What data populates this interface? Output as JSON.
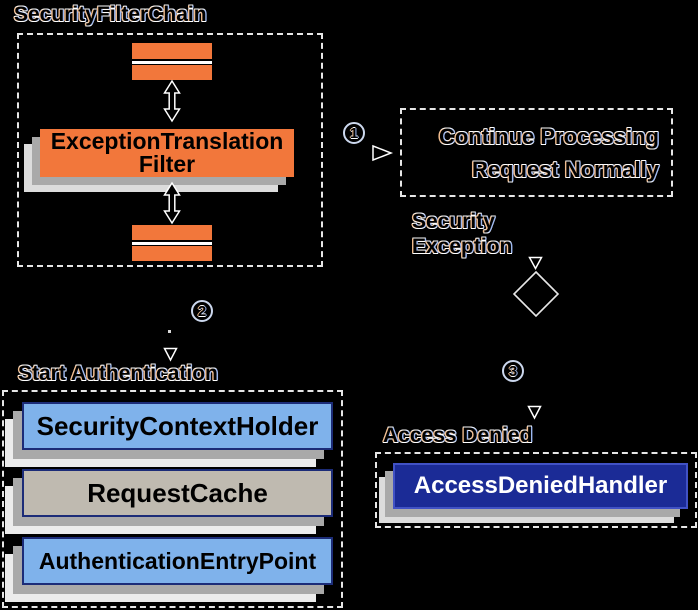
{
  "colors": {
    "background": "#000000",
    "orange": "#F2773B",
    "light-blue": "#7FB2EB",
    "beige": "#BFBAB0",
    "navy": "#1B2B96",
    "navy-border": "#1C2C78",
    "adh-border": "#4152C5",
    "shadow-mid": "#A9A9A9",
    "shadow-light": "#DCDCDC",
    "dash": "#E6E6E6",
    "outline-white": "#FFFFFF"
  },
  "security_filter_chain": {
    "title": "SecurityFilterChain",
    "filter_lines": [
      "ExceptionTranslation",
      "Filter"
    ]
  },
  "step_numbers": [
    "1",
    "2",
    "3"
  ],
  "continue_box": {
    "lines": [
      "Continue Processing",
      "Request Normally"
    ]
  },
  "security_exception": {
    "lines": [
      "Security",
      "Exception"
    ]
  },
  "start_authentication": {
    "title": "Start Authentication",
    "items": [
      "SecurityContextHolder",
      "RequestCache",
      "AuthenticationEntryPoint"
    ]
  },
  "access_denied": {
    "title": "Access Denied",
    "handler": "AccessDeniedHandler"
  }
}
